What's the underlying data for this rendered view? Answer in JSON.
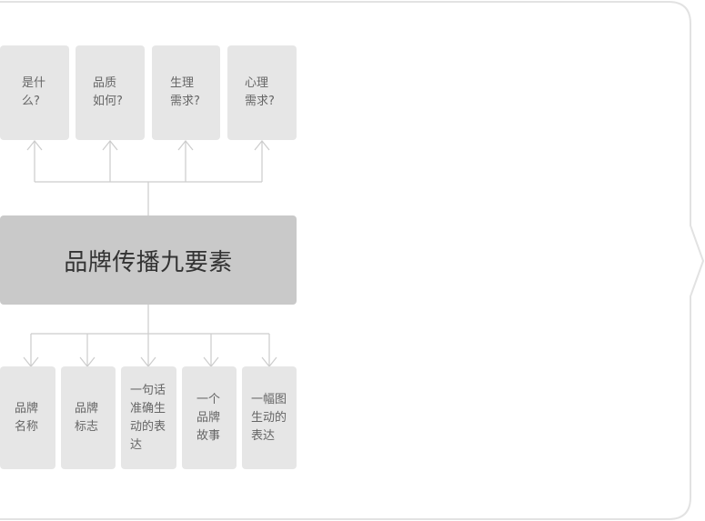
{
  "diagram": {
    "center": {
      "label": "品牌传播九要素"
    },
    "top_nodes": [
      {
        "label": "是什\n么?"
      },
      {
        "label": "品质\n如何?"
      },
      {
        "label": "生理\n需求?"
      },
      {
        "label": "心理\n需求?"
      }
    ],
    "bottom_nodes": [
      {
        "label": "品牌\n名称"
      },
      {
        "label": "品牌\n标志"
      },
      {
        "label": "一句话\n准确生\n动的表\n达"
      },
      {
        "label": "一个\n品牌\n故事"
      },
      {
        "label": "一幅图\n生动的\n表达"
      }
    ]
  }
}
